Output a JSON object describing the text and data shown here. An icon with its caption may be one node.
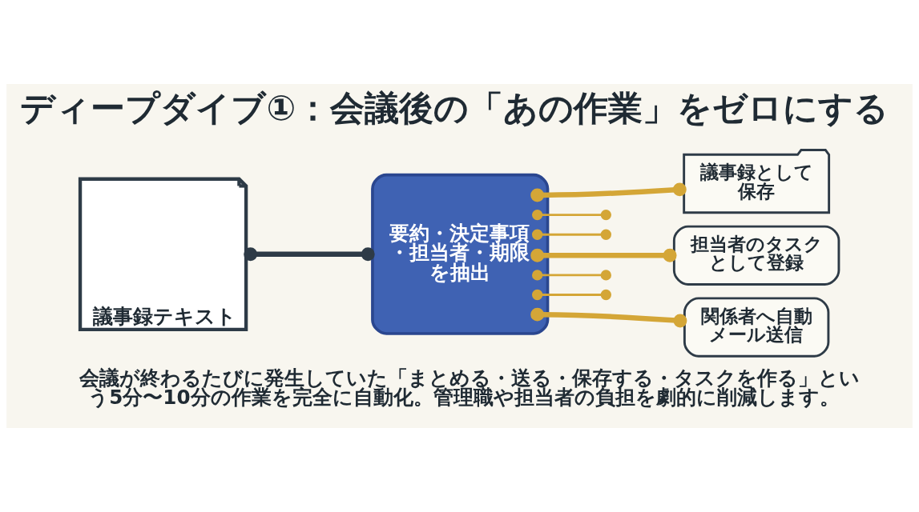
{
  "diagram": {
    "title": "ディープダイブ①：会議後の「あの作業」をゼロにする",
    "caption": "会議が終わるたびに発生していた「まとめる・送る・保存する・タスクを作る」という5分〜10分の作業を完全に自動化。管理職や担当者の負担を劇的に削減します。",
    "nodes": [
      {
        "text": [
          "議事録テキスト"
        ]
      },
      {
        "text": [
          "要約・決定事項・担当者・期限を抽出"
        ]
      },
      {
        "text": [
          "議事録として保存"
        ]
      },
      {
        "text": [
          "担当者のタスクとして登録"
        ]
      },
      {
        "text": [
          "関係者へ自動メール送信"
        ]
      }
    ],
    "edges": [
      {
        "from": 0,
        "to": 1,
        "arrow": "other",
        "style": "thick",
        "color": "#2e3b47"
      },
      {
        "from": 1,
        "to": 2,
        "arrow": "other",
        "style": "thick"
      },
      {
        "from": 1,
        "to": null,
        "arrow": "other"
      },
      {
        "from": 1,
        "to": null,
        "arrow": "other"
      },
      {
        "from": 1,
        "to": 3,
        "arrow": "other",
        "style": "thick"
      },
      {
        "from": 1,
        "to": null,
        "arrow": "other"
      },
      {
        "from": 1,
        "to": null,
        "arrow": "other"
      },
      {
        "from": 1,
        "to": 4,
        "arrow": "other",
        "style": "thick"
      }
    ]
  }
}
